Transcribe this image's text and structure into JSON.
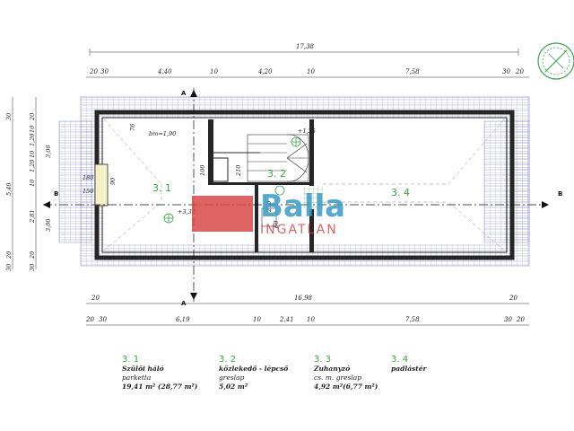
{
  "plan": {
    "overall_width": "17,38",
    "top_dims": [
      "20",
      "30",
      "4,40",
      "10",
      "4,20",
      "10",
      "7,58",
      "30",
      "20"
    ],
    "bottom_total": "16,98",
    "bottom_left": "20",
    "bottom_right": "20",
    "bottom_dims": [
      "20",
      "30",
      "6,19",
      "10",
      "2,41",
      "10",
      "7,58",
      "30",
      "20"
    ],
    "left_dims": [
      "30",
      "20",
      "10",
      "1,20",
      "10",
      "1,20",
      "3,00",
      "5,40",
      "10",
      "2,81",
      "3,00",
      "20",
      "30",
      "20",
      "30"
    ],
    "section_a": "A",
    "section_b": "B",
    "level_bm": "bm=1,90",
    "level_1": "+1,25",
    "level_2": "+3,33",
    "stair_dims": [
      "100",
      "210",
      "210",
      "60"
    ],
    "window_dims": [
      "180",
      "150",
      "90"
    ],
    "dim_76": "76"
  },
  "rooms": [
    {
      "number": "3. 1",
      "name": "Szülői háló",
      "floor": "parketta",
      "area": "19,41 m² (28,77 m²)"
    },
    {
      "number": "3. 2",
      "name": "közlekedő - lépcső",
      "floor": "greslap",
      "area": "5,02 m²"
    },
    {
      "number": "3. 3",
      "name": "Zuhanyzó",
      "floor": "cs. m. greslap",
      "area": "4,92 m²(6,77 m²)"
    },
    {
      "number": "3. 4",
      "name": "padlástér",
      "floor": "",
      "area": ""
    }
  ],
  "watermark": {
    "brand": "Balla",
    "sub": "INGATLAN"
  },
  "colors": {
    "roof": "#8c8cc8",
    "wall": "#262626",
    "green": "#3aa24a",
    "logo_red": "#d84848",
    "logo_blue": "#3d9ec8"
  },
  "icons": [
    "compass-north-icon"
  ]
}
